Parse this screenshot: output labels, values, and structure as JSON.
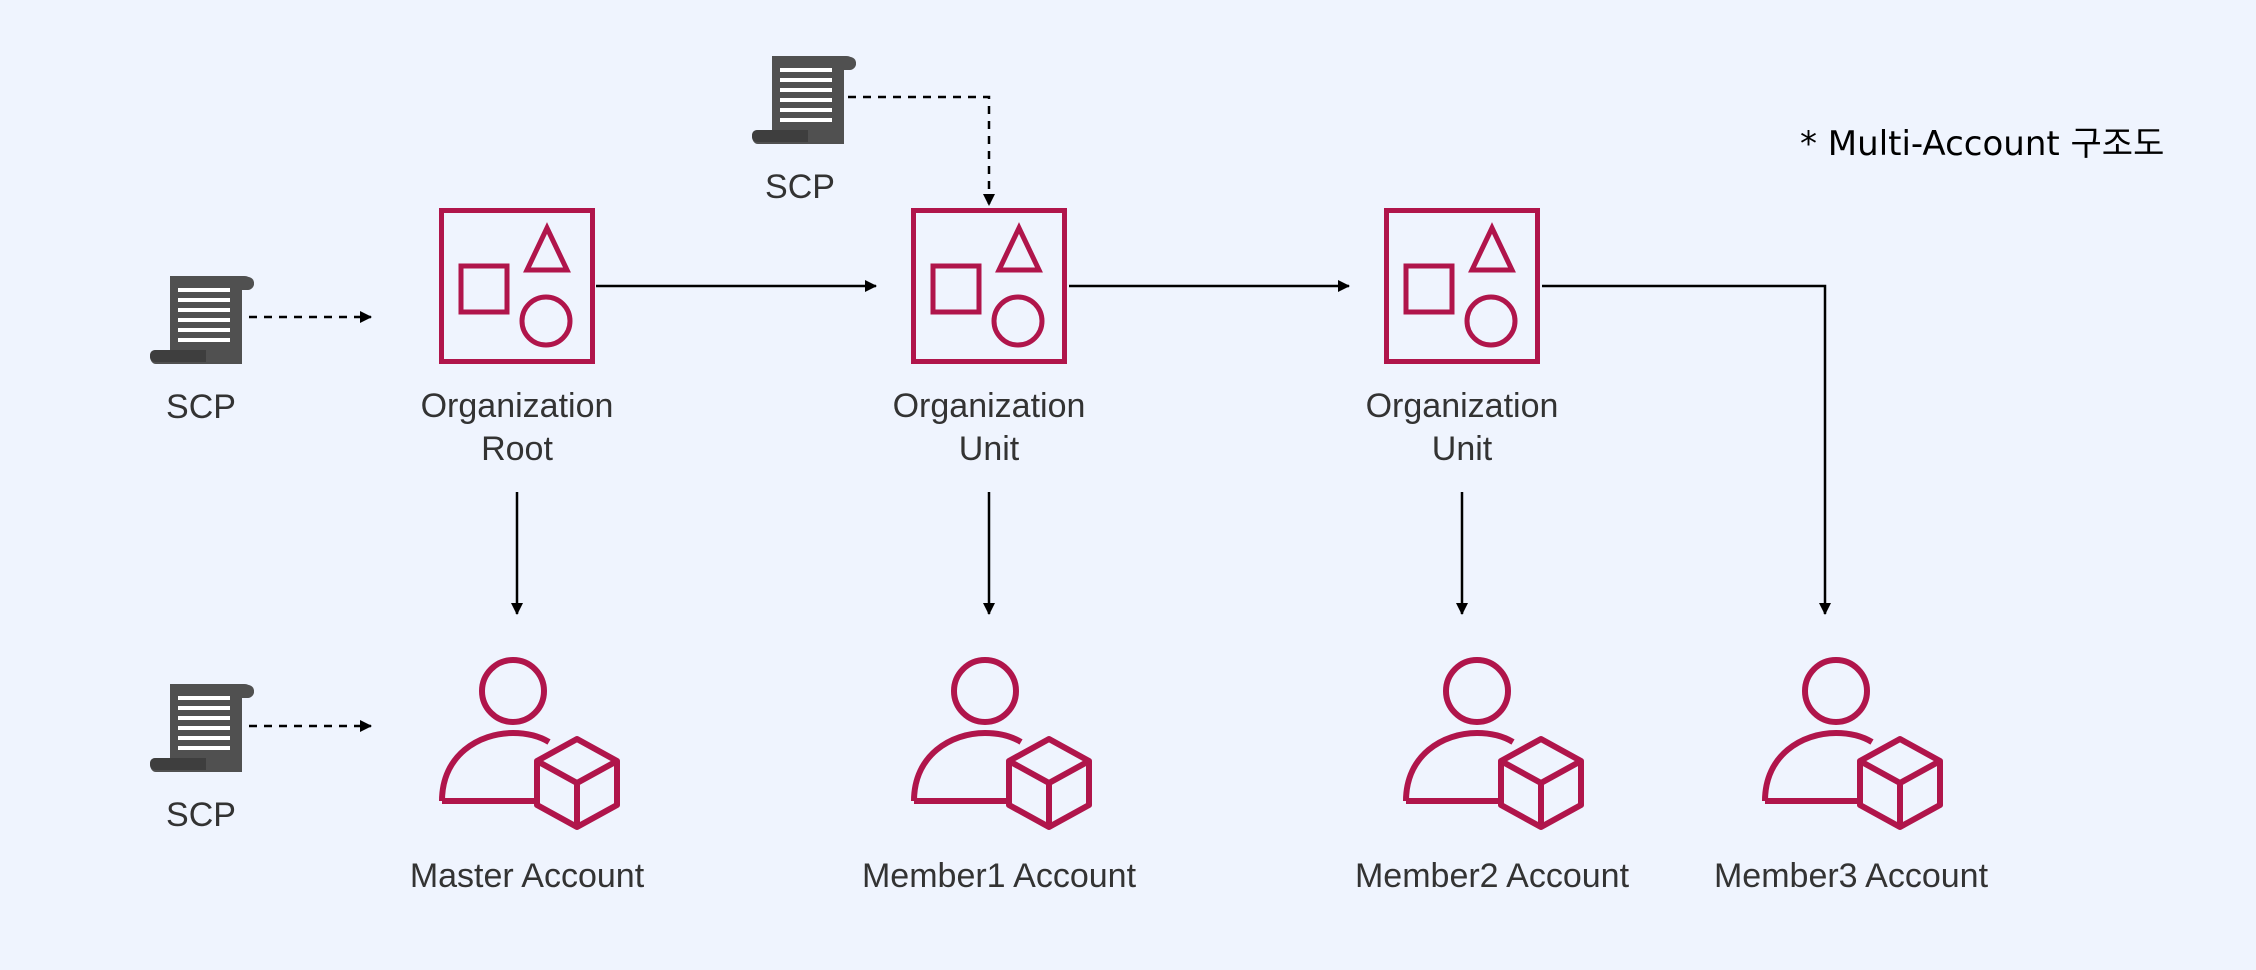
{
  "note": "* Multi-Account 구조도",
  "scp_label": "SCP",
  "org_root": {
    "line1": "Organization",
    "line2": "Root"
  },
  "org_unit_1": {
    "line1": "Organization",
    "line2": "Unit"
  },
  "org_unit_2": {
    "line1": "Organization",
    "line2": "Unit"
  },
  "accounts": {
    "master": "Master Account",
    "member1": "Member1 Account",
    "member2": "Member2 Account",
    "member3": "Member3 Account"
  },
  "colors": {
    "background": "#EFF4FE",
    "icon_accent": "#B0154B",
    "scroll_icon": "#505050",
    "connector": "#000000",
    "label_text": "#333333"
  }
}
